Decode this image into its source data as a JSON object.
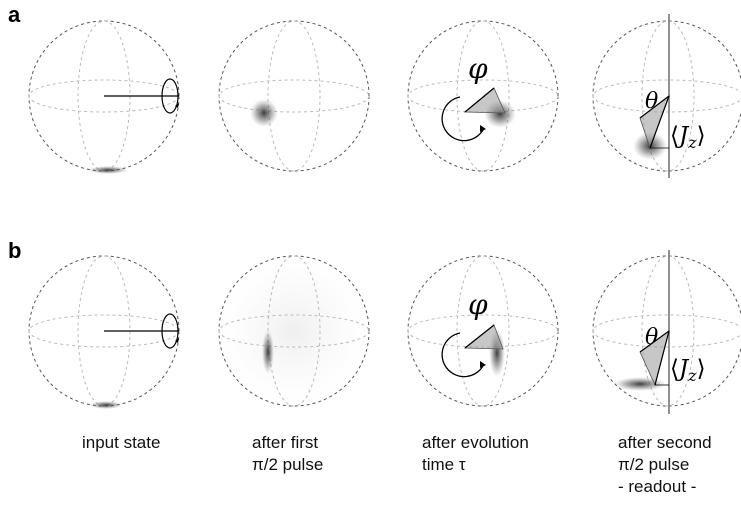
{
  "panels": [
    {
      "label": "a"
    },
    {
      "label": "b"
    }
  ],
  "symbols": {
    "phi": "φ",
    "theta": "θ",
    "jz_open": "⟨",
    "jz_J": "J",
    "jz_z": "z",
    "jz_close": "⟩"
  },
  "captions": [
    {
      "lines": [
        "input state"
      ]
    },
    {
      "lines": [
        "after first",
        "π/2 pulse"
      ]
    },
    {
      "lines": [
        "after evolution",
        "time τ"
      ]
    },
    {
      "lines": [
        "after second",
        "π/2 pulse",
        "- readout -"
      ]
    }
  ]
}
